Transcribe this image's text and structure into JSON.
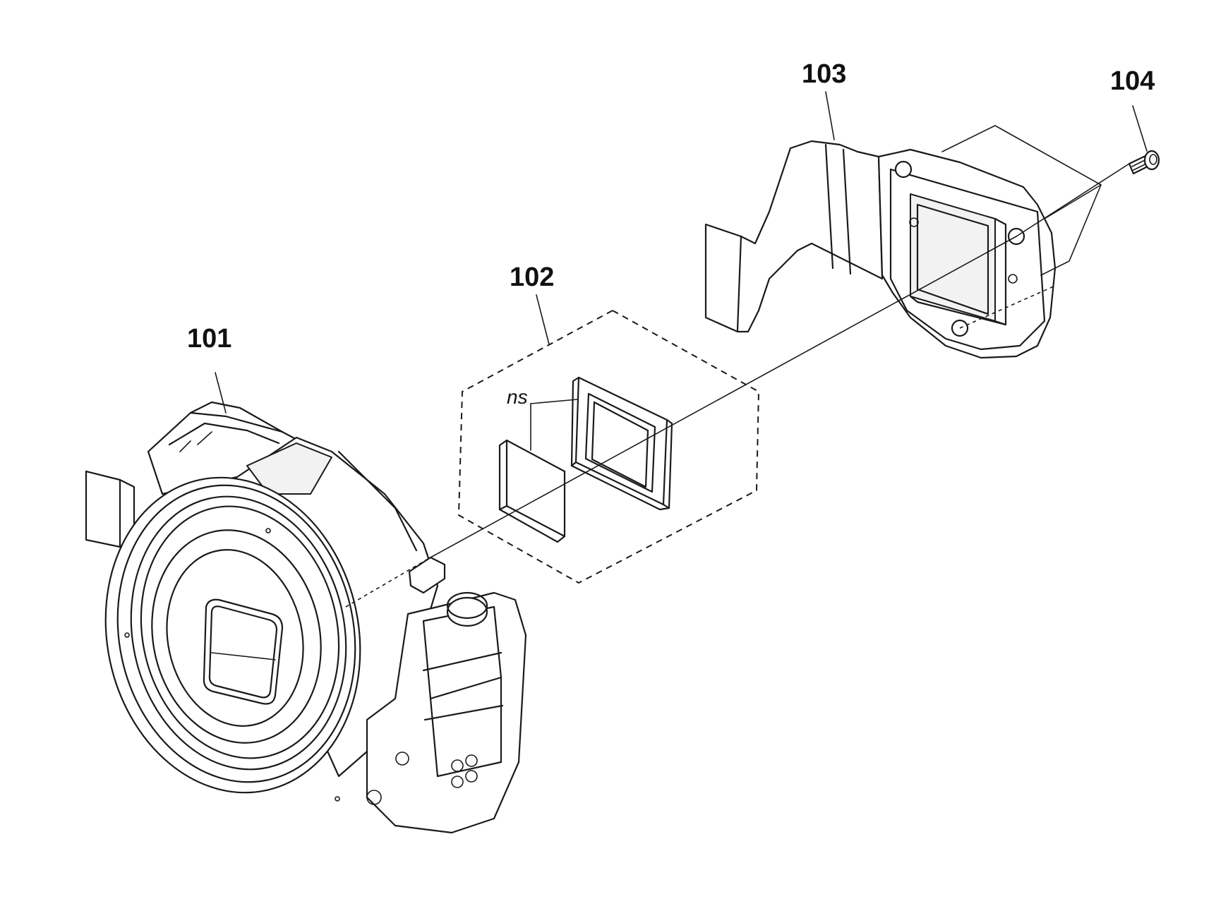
{
  "diagram": {
    "type": "exploded-parts-view",
    "parts": [
      {
        "id": "101",
        "label": "101"
      },
      {
        "id": "102",
        "label": "102"
      },
      {
        "id": "103",
        "label": "103"
      },
      {
        "id": "104",
        "label": "104"
      }
    ],
    "notes": [
      {
        "label": "ns"
      }
    ]
  }
}
